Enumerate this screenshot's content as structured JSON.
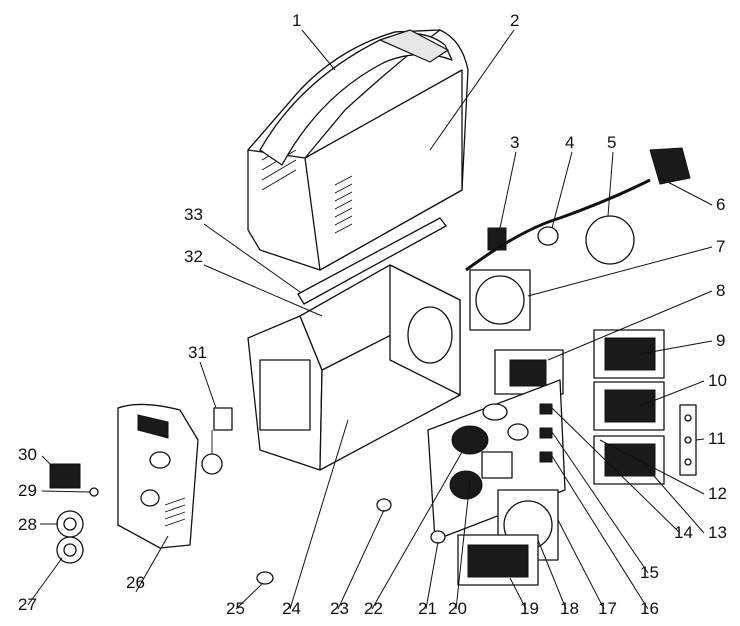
{
  "callouts": [
    {
      "id": 1,
      "label": "1"
    },
    {
      "id": 2,
      "label": "2"
    },
    {
      "id": 3,
      "label": "3"
    },
    {
      "id": 4,
      "label": "4"
    },
    {
      "id": 5,
      "label": "5"
    },
    {
      "id": 6,
      "label": "6"
    },
    {
      "id": 7,
      "label": "7"
    },
    {
      "id": 8,
      "label": "8"
    },
    {
      "id": 9,
      "label": "9"
    },
    {
      "id": 10,
      "label": "10"
    },
    {
      "id": 11,
      "label": "11"
    },
    {
      "id": 12,
      "label": "12"
    },
    {
      "id": 13,
      "label": "13"
    },
    {
      "id": 14,
      "label": "14"
    },
    {
      "id": 15,
      "label": "15"
    },
    {
      "id": 16,
      "label": "16"
    },
    {
      "id": 17,
      "label": "17"
    },
    {
      "id": 18,
      "label": "18"
    },
    {
      "id": 19,
      "label": "19"
    },
    {
      "id": 20,
      "label": "20"
    },
    {
      "id": 21,
      "label": "21"
    },
    {
      "id": 22,
      "label": "22"
    },
    {
      "id": 23,
      "label": "23"
    },
    {
      "id": 24,
      "label": "24"
    },
    {
      "id": 25,
      "label": "25"
    },
    {
      "id": 26,
      "label": "26"
    },
    {
      "id": 27,
      "label": "27"
    },
    {
      "id": 28,
      "label": "28"
    },
    {
      "id": 29,
      "label": "29"
    },
    {
      "id": 30,
      "label": "30"
    },
    {
      "id": 31,
      "label": "31"
    },
    {
      "id": 32,
      "label": "32"
    },
    {
      "id": 33,
      "label": "33"
    }
  ],
  "colors": {
    "ink": "#111111",
    "paper": "#ffffff",
    "fill_dark": "#1a1a1a"
  }
}
